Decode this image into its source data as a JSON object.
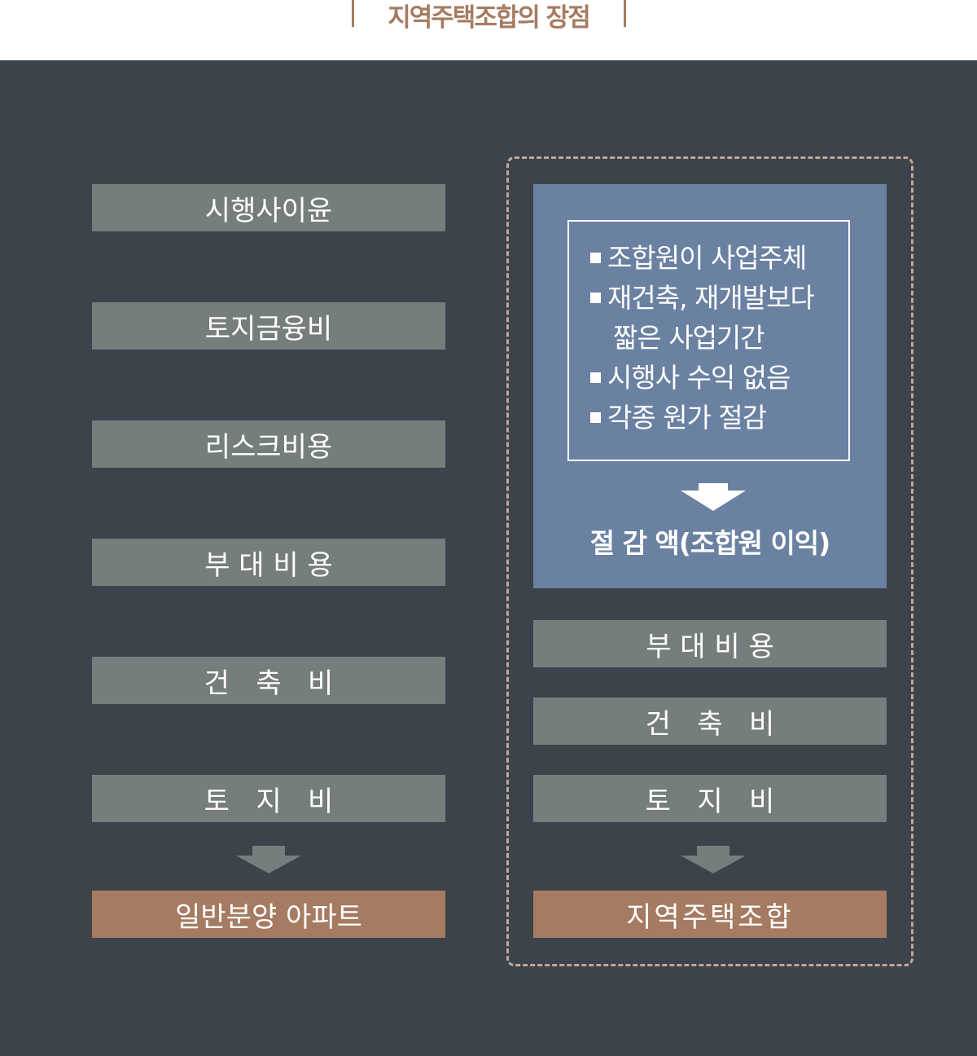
{
  "title": "지역주택조합의 장점",
  "left_column": {
    "items": [
      "시행사이윤",
      "토지금융비",
      "리스크비용",
      "부 대 비 용",
      "건   축   비",
      "토   지   비"
    ],
    "result": "일반분양 아파트"
  },
  "right_column": {
    "benefits": [
      {
        "text": "조합원이 사업주체",
        "bullet": true
      },
      {
        "text": "재건축, 재개발보다",
        "bullet": true
      },
      {
        "text": "짧은 사업기간",
        "bullet": false
      },
      {
        "text": "시행사 수익 없음",
        "bullet": true
      },
      {
        "text": "각종 원가 절감",
        "bullet": true
      }
    ],
    "savings": "절 감 액(조합원 이익)",
    "items": [
      "부 대 비 용",
      "건   축   비",
      "토   지   비"
    ],
    "result": "지역주택조합"
  },
  "colors": {
    "background": "#3c434a",
    "gray": "#757d7d",
    "blue": "#6a81a2",
    "brown": "#a57b61",
    "dash": "#c1a797"
  }
}
